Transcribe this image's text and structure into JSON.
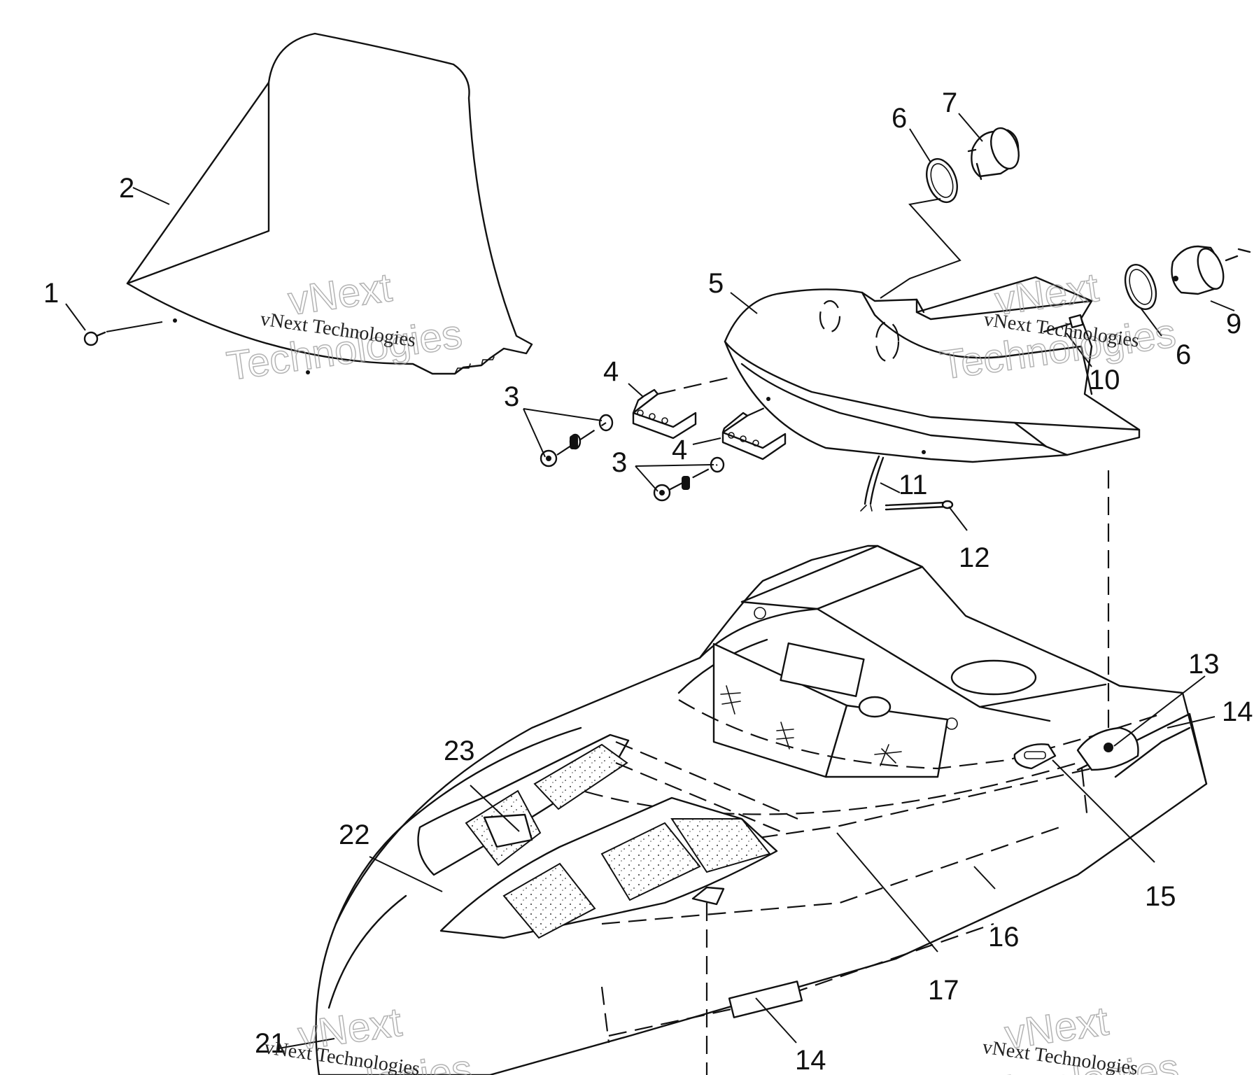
{
  "diagram": {
    "callouts": [
      {
        "id": "c1",
        "text": "1"
      },
      {
        "id": "c2",
        "text": "2"
      },
      {
        "id": "c3a",
        "text": "3"
      },
      {
        "id": "c3b",
        "text": "3"
      },
      {
        "id": "c4a",
        "text": "4"
      },
      {
        "id": "c4b",
        "text": "4"
      },
      {
        "id": "c5",
        "text": "5"
      },
      {
        "id": "c6a",
        "text": "6"
      },
      {
        "id": "c6b",
        "text": "6"
      },
      {
        "id": "c7",
        "text": "7"
      },
      {
        "id": "c9",
        "text": "9"
      },
      {
        "id": "c10",
        "text": "10"
      },
      {
        "id": "c11",
        "text": "11"
      },
      {
        "id": "c12",
        "text": "12"
      },
      {
        "id": "c13",
        "text": "13"
      },
      {
        "id": "c14a",
        "text": "14"
      },
      {
        "id": "c14b",
        "text": "14"
      },
      {
        "id": "c15",
        "text": "15"
      },
      {
        "id": "c16",
        "text": "16"
      },
      {
        "id": "c17",
        "text": "17"
      },
      {
        "id": "c21",
        "text": "21"
      },
      {
        "id": "c22",
        "text": "22"
      },
      {
        "id": "c23",
        "text": "23"
      }
    ],
    "watermark": {
      "small": "vNext Technologies",
      "line1": "vNext",
      "line2": "Technologies"
    }
  }
}
